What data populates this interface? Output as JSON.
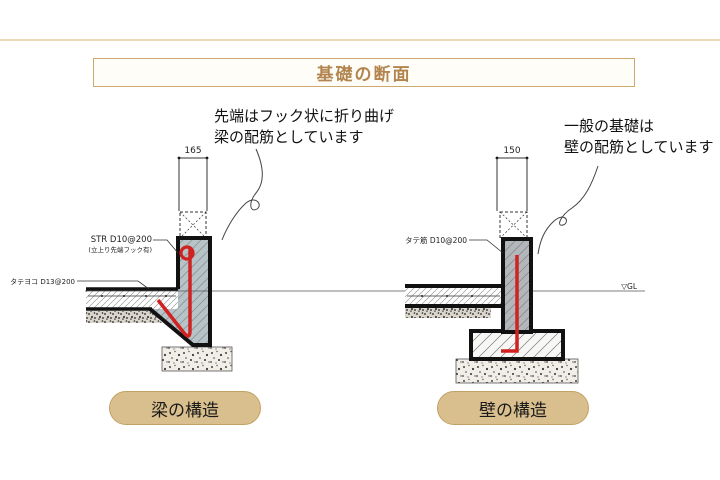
{
  "page": {
    "title": "基礎の断面"
  },
  "annotations": {
    "left_line1": "先端はフック状に折り曲げ",
    "left_line2": "梁の配筋としています",
    "right_line1": "一般の基礎は",
    "right_line2": "壁の配筋としています"
  },
  "left_diagram": {
    "dimension": "165",
    "rebar_label": "STR D10@200",
    "rebar_note": "(立上り先端フック有)",
    "slab_label": "タテヨコ D13@200",
    "caption": "梁の構造"
  },
  "right_diagram": {
    "dimension": "150",
    "rebar_label": "タテ筋 D10@200",
    "gl_label": "▽GL",
    "caption": "壁の構造"
  },
  "colors": {
    "accent_border": "#cda96f",
    "title_text": "#b3854e",
    "top_rule": "#ead9b5",
    "badge_fill": "#dabf8e",
    "badge_border": "#c2a264",
    "rebar_red": "#d12222",
    "concrete_blue_gray": "#b7c3c7",
    "concrete_gray": "#b3b7bb",
    "line_black": "#111111"
  }
}
